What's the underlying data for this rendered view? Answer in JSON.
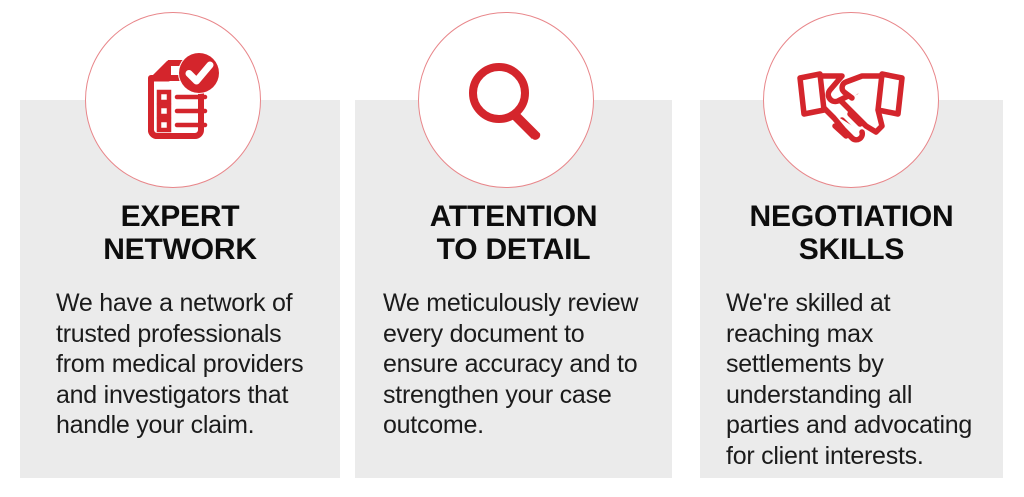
{
  "theme": {
    "accent_red": "#D4252C",
    "ring_red": "#E8868A",
    "card_grey": "#EBEBEB",
    "page_background": "#FFFFFF",
    "title_color": "#0D0D0D",
    "body_color": "#1B1B1B"
  },
  "cards": [
    {
      "icon": "clipboard-checklist-icon",
      "title": "EXPERT\nNETWORK",
      "body": "We have a network of trusted professionals from medical providers and investigators that handle your claim."
    },
    {
      "icon": "magnifying-glass-icon",
      "title": "ATTENTION\nTO DETAIL",
      "body": "We meticulously review every document to ensure accuracy and to strengthen your case outcome."
    },
    {
      "icon": "handshake-icon",
      "title": "NEGOTIATION\nSKILLS",
      "body": "We're skilled at reaching max settlements by understanding all parties and advocating for client interests."
    }
  ]
}
